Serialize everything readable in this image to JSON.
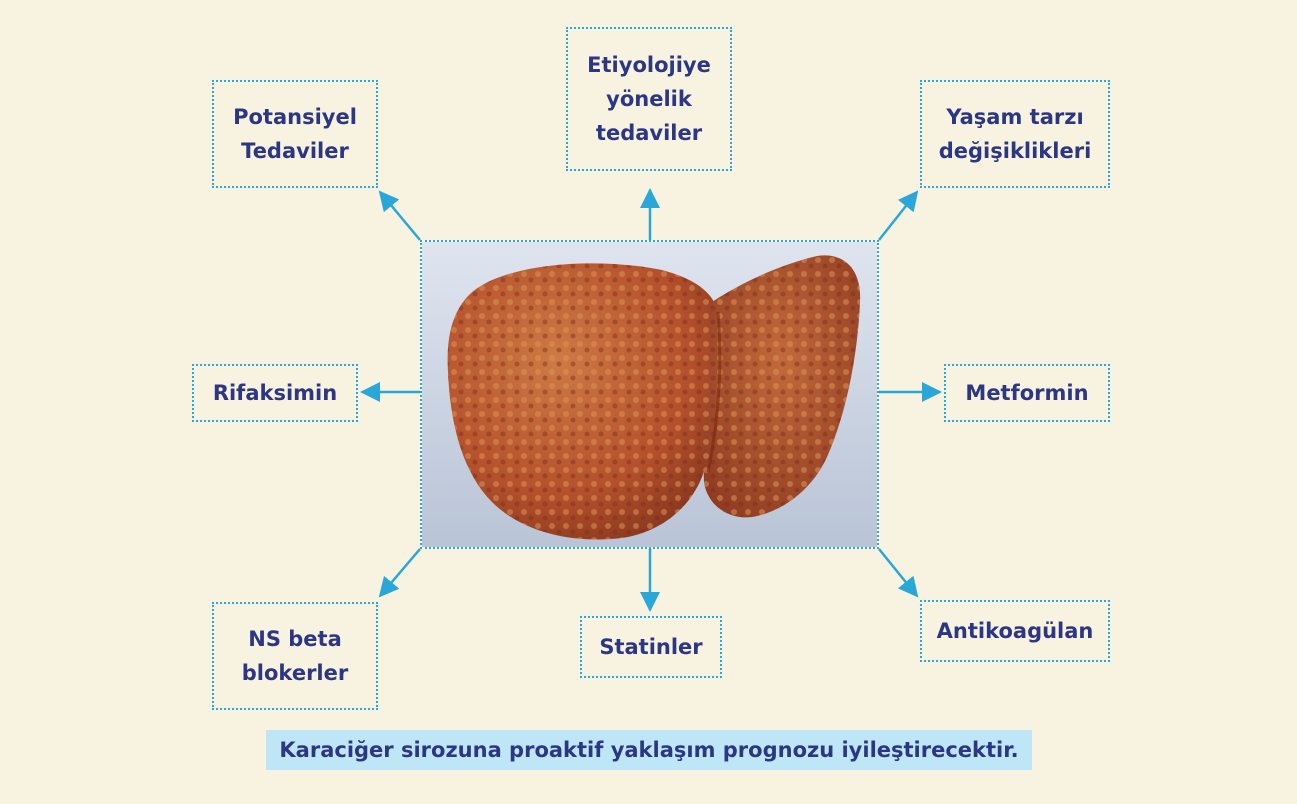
{
  "center_image": {
    "subject": "liver-photo",
    "colors": {
      "tissue": "#b8502c",
      "nodule": "#c98a4a",
      "background": "#cfd8e6"
    }
  },
  "nodes": {
    "top_left": [
      "Potansiyel",
      "Tedaviler"
    ],
    "top_center": [
      "Etiyolojiye",
      "yönelik",
      "tedaviler"
    ],
    "top_right": [
      "Yaşam tarzı",
      "değişiklikleri"
    ],
    "mid_left": [
      "Rifaksimin"
    ],
    "mid_right": [
      "Metformin"
    ],
    "bottom_left": [
      "NS beta",
      "blokerler"
    ],
    "bottom_center": [
      "Statinler"
    ],
    "bottom_right": [
      "Antikoagülan"
    ]
  },
  "caption": "Karaciğer sirozuna proaktif yaklaşım prognozu iyileştirecektir.",
  "colors": {
    "background": "#f8f3e0",
    "border": "#2aa7d9",
    "arrow": "#2aa7d9",
    "text": "#2b3685",
    "caption_bg": "#bfe6f6"
  }
}
